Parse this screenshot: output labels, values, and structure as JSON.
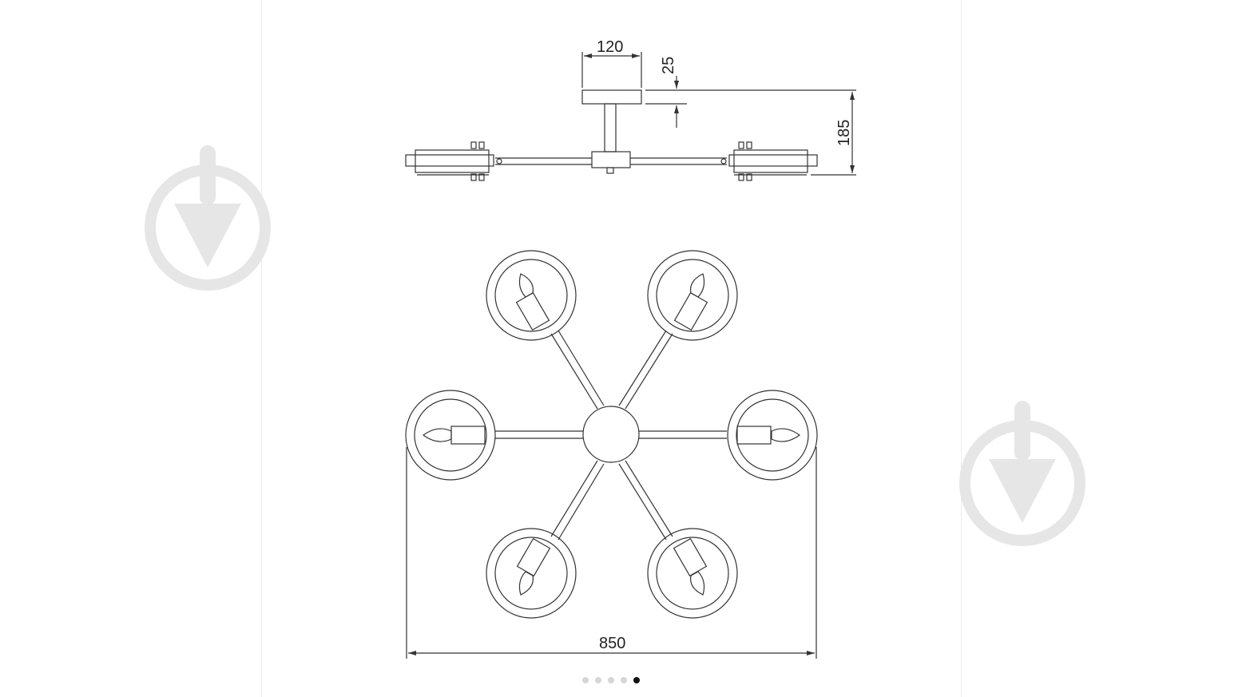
{
  "drawing": {
    "dim_top_width": "120",
    "dim_canopy_height": "25",
    "dim_total_height": "185",
    "dim_total_width": "850"
  },
  "watermark": {
    "icon": "store-logo-icon",
    "color": "#e6e6e6"
  },
  "pagination": {
    "count": 5,
    "active_index": 4
  },
  "colors": {
    "line": "#333333",
    "dot_inactive": "#d6d6d6",
    "dot_active": "#111111"
  }
}
